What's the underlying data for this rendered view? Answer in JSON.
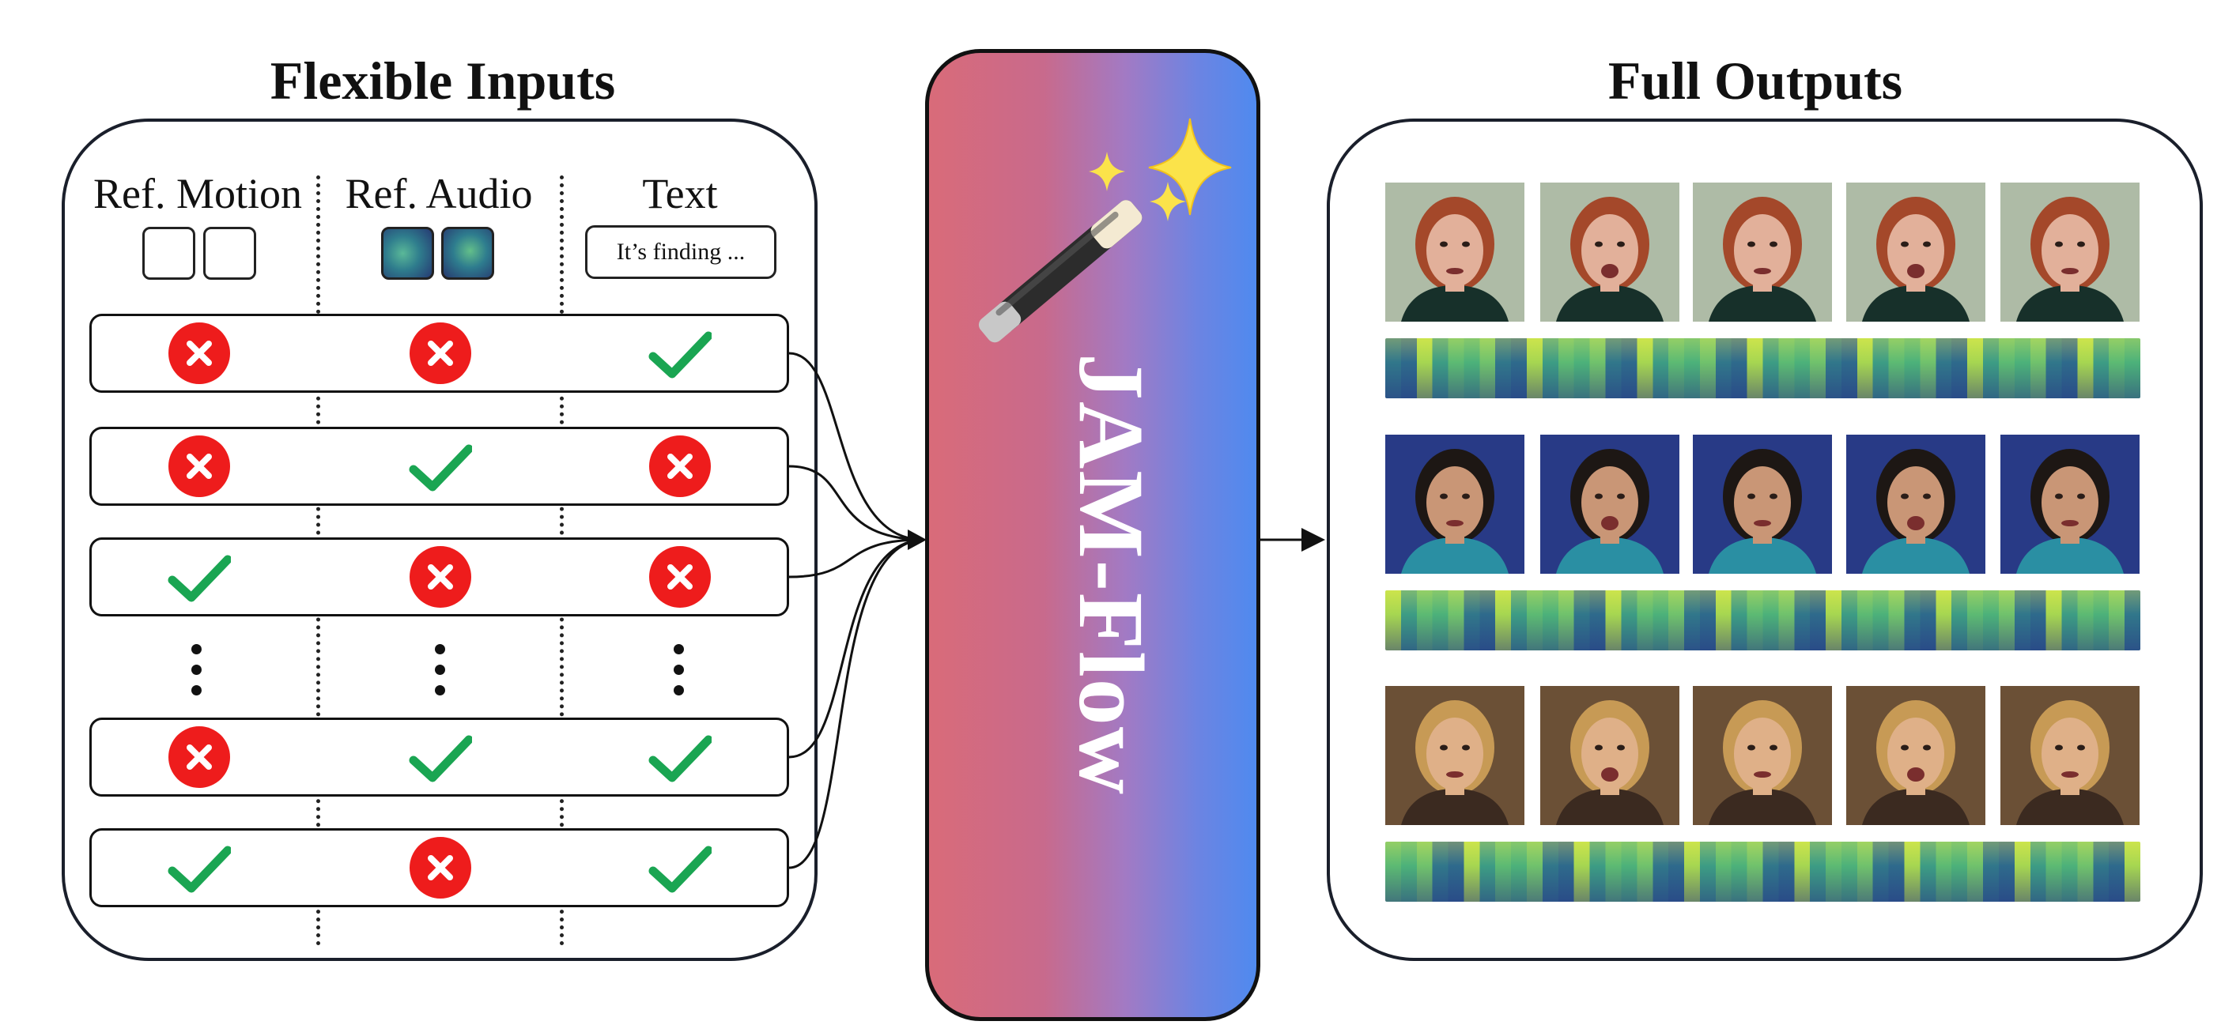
{
  "left_title": "Flexible Inputs",
  "right_title": "Full Outputs",
  "columns": {
    "motion": "Ref. Motion",
    "audio": "Ref. Audio",
    "text": "Text"
  },
  "text_box": "It’s finding ...",
  "model_name": "JAM-Flow",
  "rows": [
    {
      "motion": "cross",
      "audio": "cross",
      "text": "check"
    },
    {
      "motion": "cross",
      "audio": "check",
      "text": "cross"
    },
    {
      "motion": "check",
      "audio": "cross",
      "text": "cross"
    },
    {
      "motion": "cross",
      "audio": "check",
      "text": "check"
    },
    {
      "motion": "check",
      "audio": "cross",
      "text": "check"
    }
  ],
  "colors": {
    "cross": "#ee1c1c",
    "check": "#1aa552",
    "grad_left": "#d96b79",
    "grad_right": "#4f8aef"
  },
  "icons": [
    "magic-wand-icon",
    "sparkle-icon",
    "cross-icon",
    "check-icon"
  ]
}
